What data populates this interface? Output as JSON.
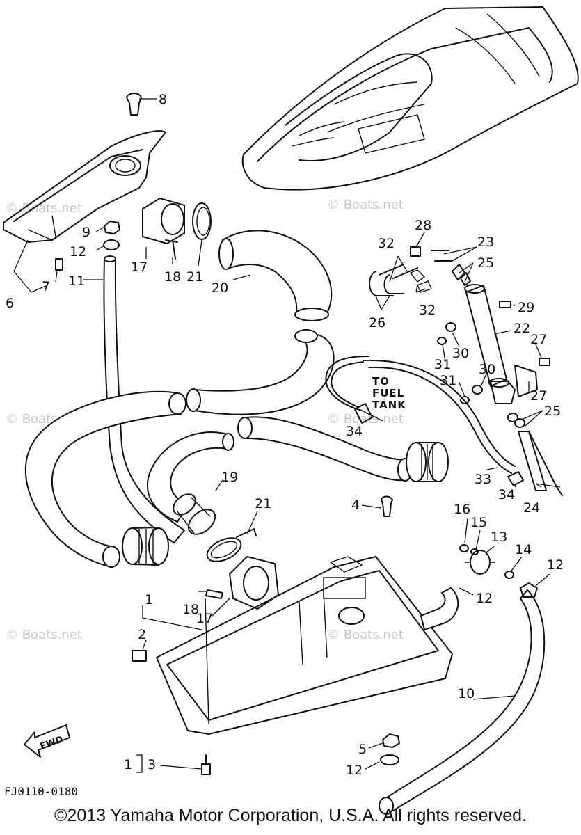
{
  "diagram": {
    "code": "FJ0110-0180",
    "copyright": "©2013 Yamaha Motor Corporation, U.S.A. All rights reserved.",
    "watermark": "© Boats.net",
    "fuel_label": [
      "TO",
      "FUEL",
      "TANK"
    ],
    "fwd_label": "FWD",
    "callouts": {
      "c8": "8",
      "c9": "9",
      "c12a": "12",
      "c17a": "17",
      "c18a": "18",
      "c21a": "21",
      "c20": "20",
      "c11": "11",
      "c7": "7",
      "c6": "6",
      "c32a": "32",
      "c28": "28",
      "c23": "23",
      "c25a": "25",
      "c29": "29",
      "c32b": "32",
      "c26": "26",
      "c22": "22",
      "c30a": "30",
      "c31a": "31",
      "c27a": "27",
      "c30b": "30",
      "c31b": "31",
      "c27b": "27",
      "c25b": "25",
      "c34a": "34",
      "c33": "33",
      "c34b": "34",
      "c24": "24",
      "c19": "19",
      "c21b": "21",
      "c4": "4",
      "c16": "16",
      "c15": "15",
      "c13": "13",
      "c14": "14",
      "c12b": "12",
      "c12c": "12",
      "c1a": "1",
      "c2": "2",
      "c18b": "18",
      "c17b": "17",
      "c10": "10",
      "c5": "5",
      "c12d": "12",
      "c1b": "1",
      "c3": "3"
    }
  }
}
